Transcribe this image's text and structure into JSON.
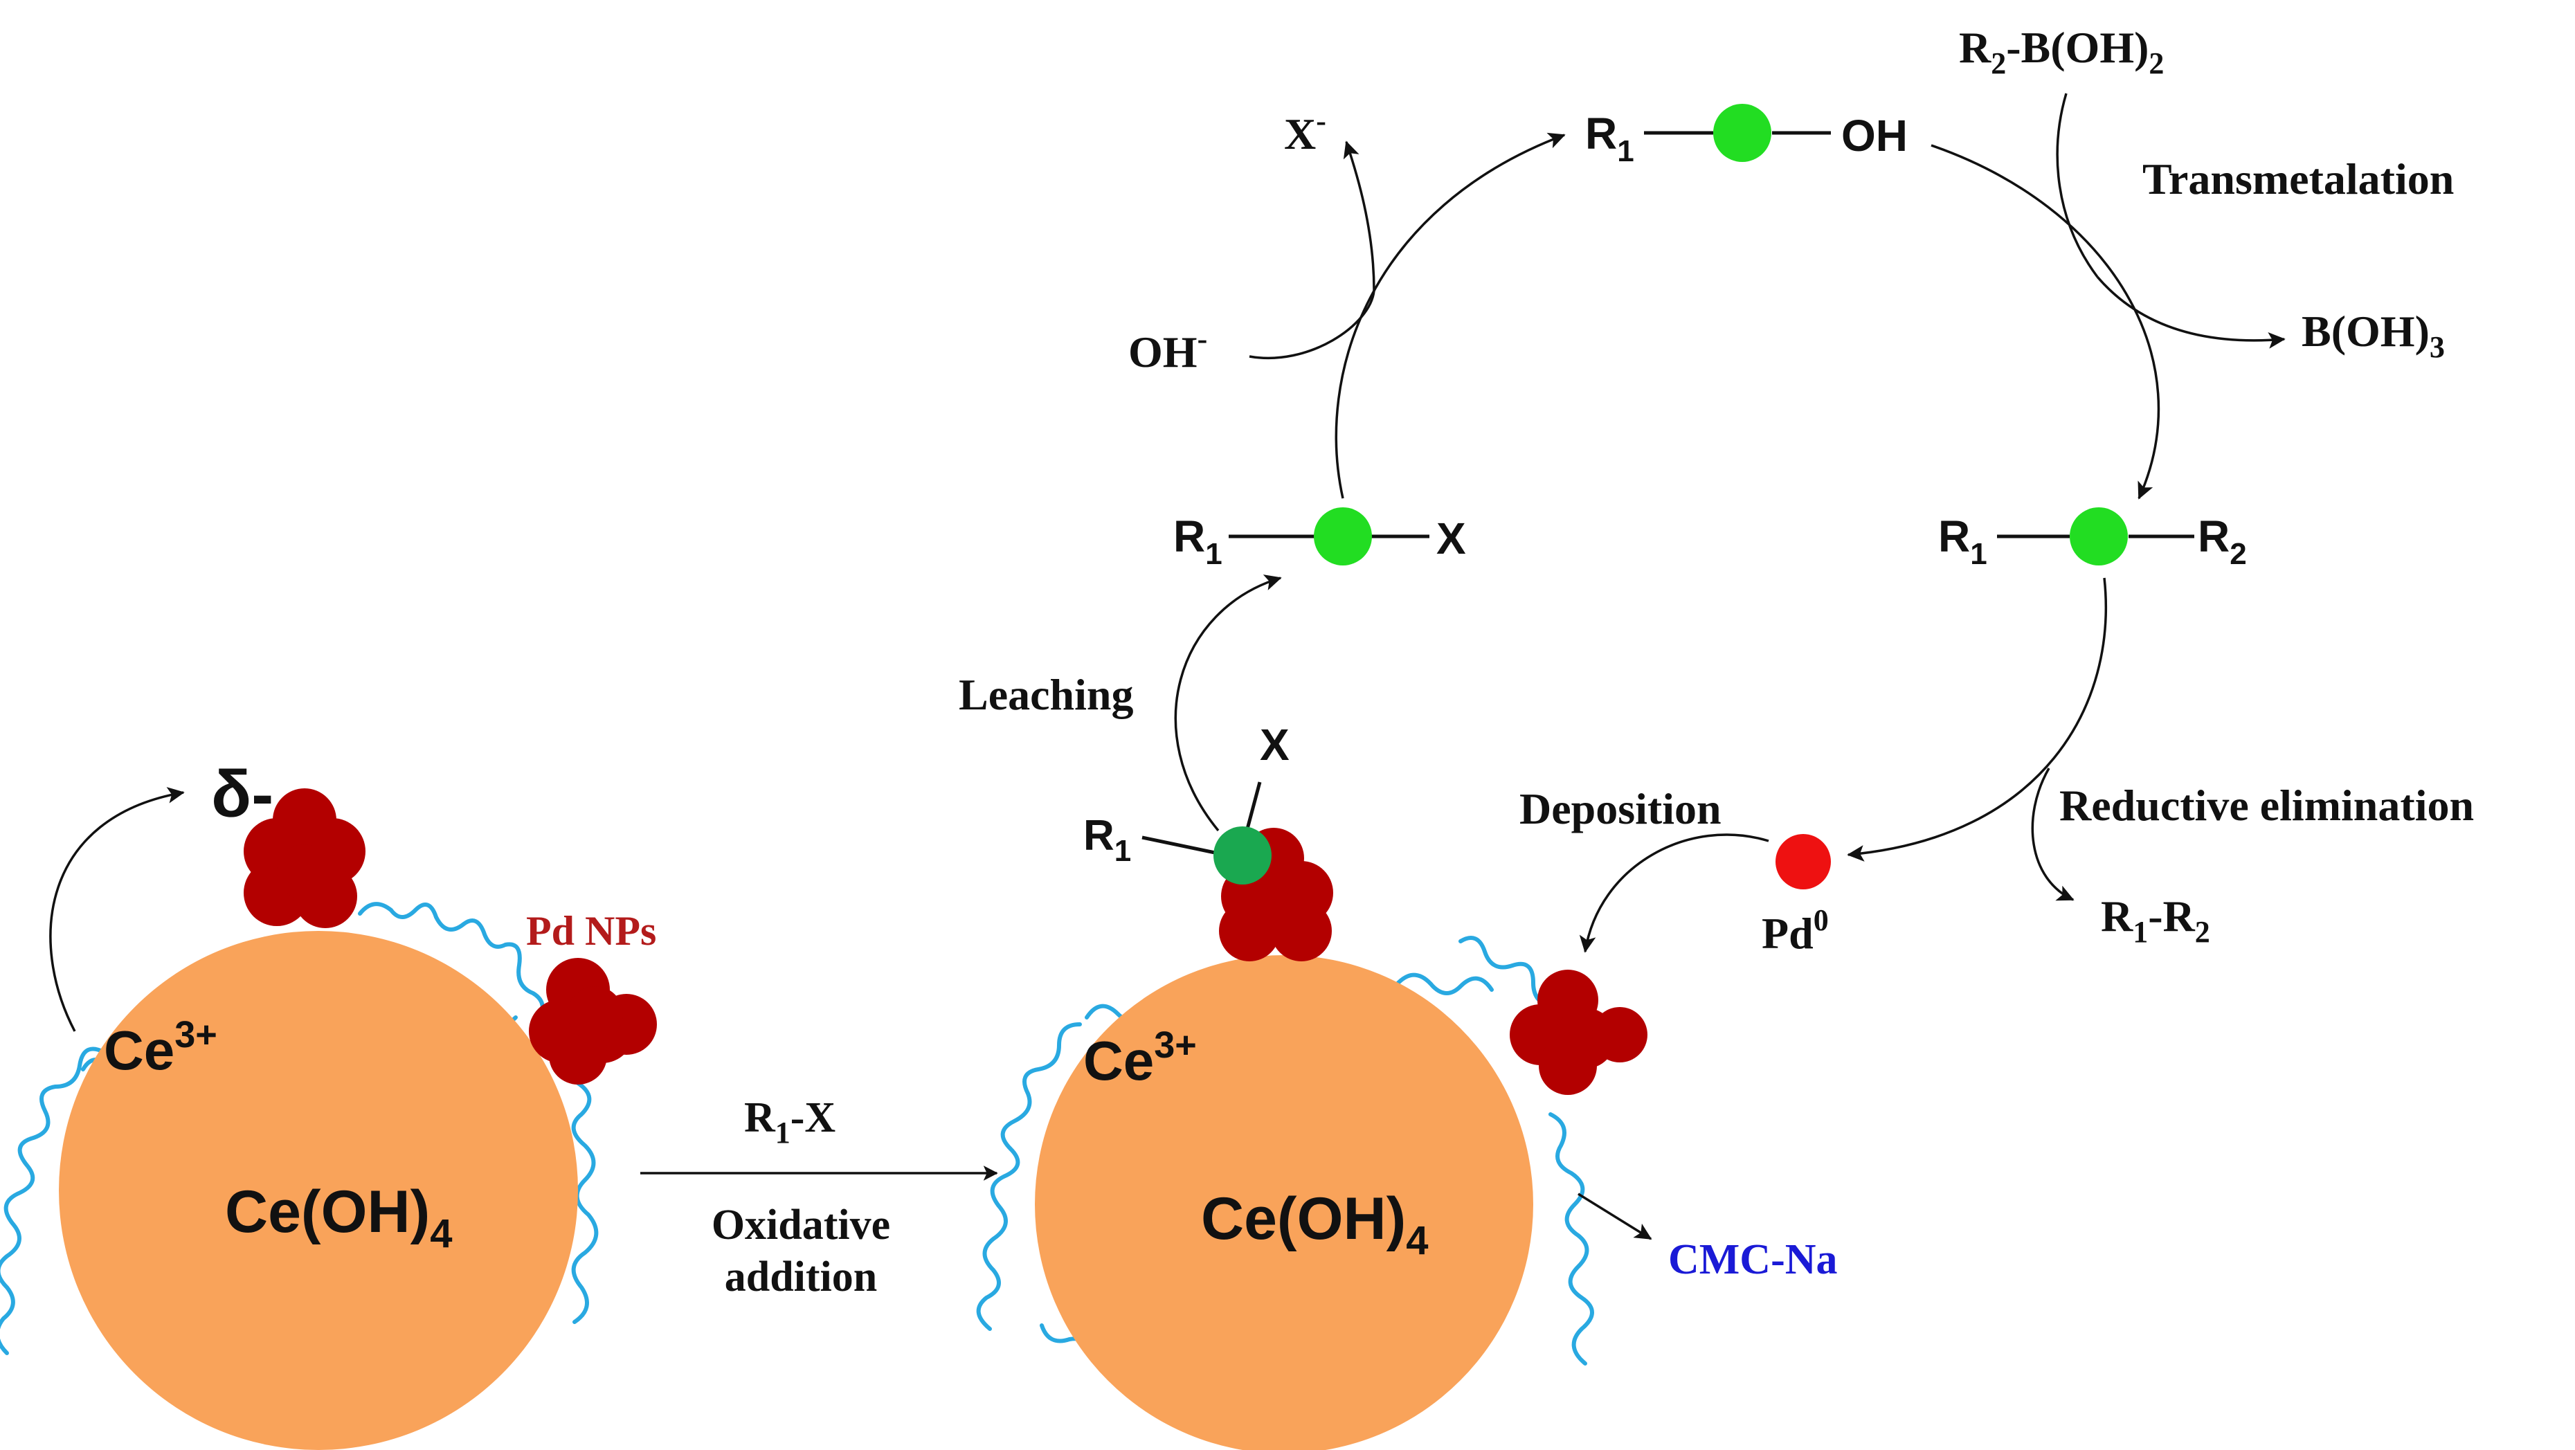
{
  "colors": {
    "particle": "#f9a35a",
    "pd_nanoparticle": "#b30000",
    "pd_atom_complex": "#22dd22",
    "pd_atom_surface": "#1aa850",
    "pd_zero": "#ee1111",
    "polymer": "#29a9e1",
    "pd_nps_label": "#b31b1b",
    "cmc_label": "#1a1ad6"
  },
  "left_particle": {
    "ce3_label": "Ce",
    "ce3_sup": "3+",
    "core_label": "Ce(OH)",
    "core_sub": "4",
    "delta_label": "δ-",
    "pd_nps_label": "Pd NPs"
  },
  "reaction_arrow": {
    "reagent": "R",
    "reagent_sub": "1",
    "reagent_tail": "-X",
    "step_line1": "Oxidative",
    "step_line2": "addition"
  },
  "right_particle": {
    "ce3_label": "Ce",
    "ce3_sup": "3+",
    "core_label": "Ce(OH)",
    "core_sub": "4",
    "cmc_label": "CMC-Na",
    "surface_r1": "R",
    "surface_r1_sub": "1",
    "surface_x": "X"
  },
  "cycle": {
    "leaching_label": "Leaching",
    "deposition_label": "Deposition",
    "complex_rx": {
      "r": "R",
      "r_sub": "1",
      "x": "X"
    },
    "complex_roh": {
      "r": "R",
      "r_sub": "1",
      "oh": "OH"
    },
    "complex_rr": {
      "r1": "R",
      "r1_sub": "1",
      "r2": "R",
      "r2_sub": "2"
    },
    "x_minus": {
      "base": "X",
      "sup": "-"
    },
    "oh_minus": {
      "base": "OH",
      "sup": "-"
    },
    "boronic_acid": {
      "r": "R",
      "r_sub": "2",
      "tail": "-B(OH)",
      "tail_sub": "2"
    },
    "transmetalation_label": "Transmetalation",
    "boric_acid": {
      "base": "B(OH)",
      "sub": "3"
    },
    "reductive_elimination_label": "Reductive elimination",
    "product": {
      "r1": "R",
      "r1_sub": "1",
      "dash": "-R",
      "r2_sub": "2"
    },
    "pd0": {
      "base": "Pd",
      "sup": "0"
    }
  }
}
